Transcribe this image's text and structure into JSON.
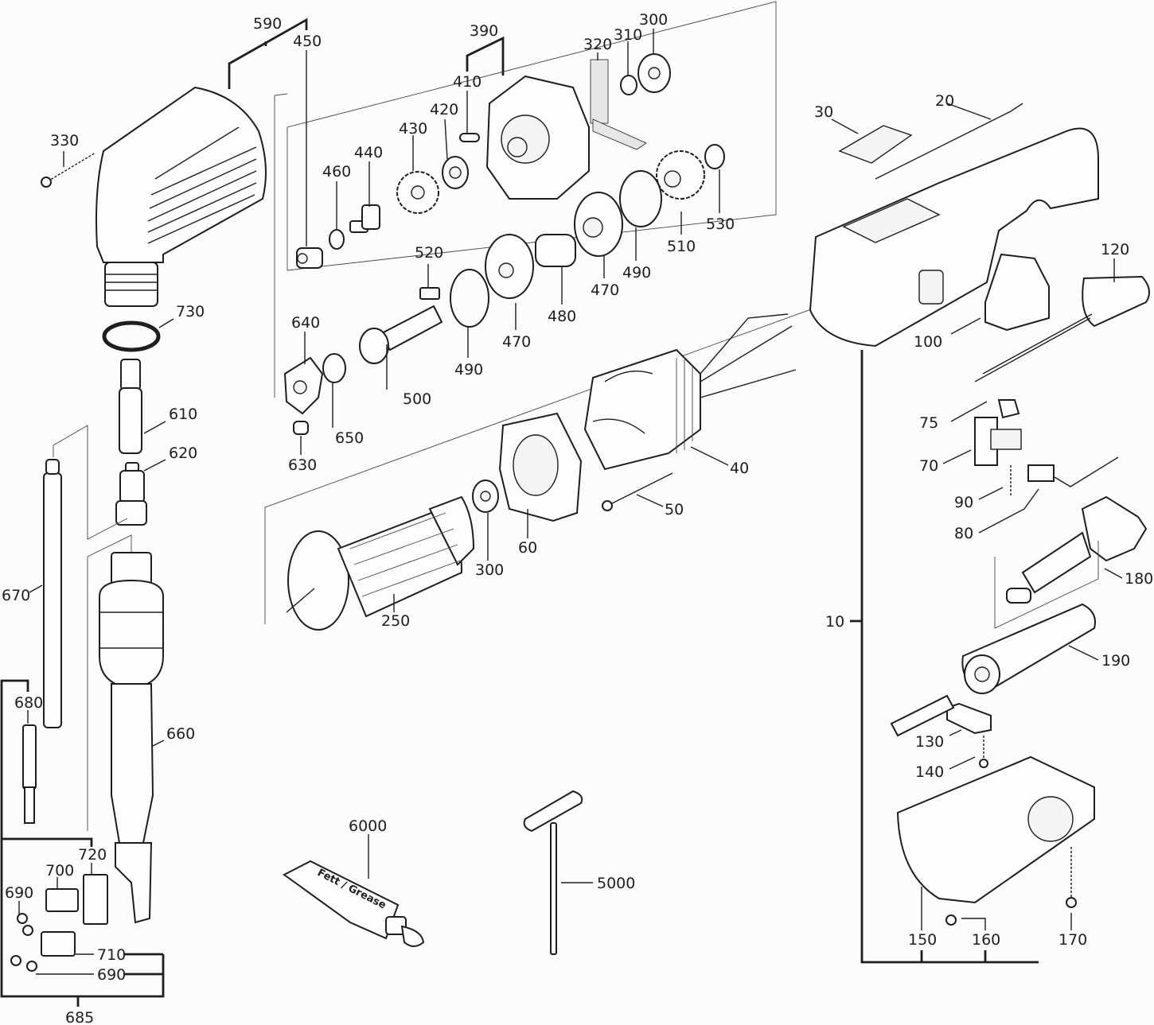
{
  "diagram": {
    "type": "exploded-parts-view",
    "subject": "angle nibbler power tool",
    "tube_text": "Fett / Grease",
    "labels": {
      "p590": "590",
      "p450": "450",
      "p390": "390",
      "p320": "320",
      "p310": "310",
      "p300a": "300",
      "p330": "330",
      "p410": "410",
      "p420": "420",
      "p430": "430",
      "p440": "440",
      "p460": "460",
      "p20": "20",
      "p30": "30",
      "p120": "120",
      "p100": "100",
      "p10": "10",
      "p530": "530",
      "p510": "510",
      "p490a": "490",
      "p470a": "470",
      "p480": "480",
      "p520": "520",
      "p470b": "470",
      "p490b": "490",
      "p500": "500",
      "p640": "640",
      "p650": "650",
      "p630": "630",
      "p730": "730",
      "p610": "610",
      "p620": "620",
      "p670": "670",
      "p680": "680",
      "p660": "660",
      "p720": "720",
      "p700": "700",
      "p690a": "690",
      "p710": "710",
      "p690b": "690",
      "p685": "685",
      "p40": "40",
      "p50": "50",
      "p60": "60",
      "p300b": "300",
      "p250": "250",
      "p75": "75",
      "p70": "70",
      "p90": "90",
      "p80": "80",
      "p180": "180",
      "p190": "190",
      "p130": "130",
      "p140": "140",
      "p150": "150",
      "p160": "160",
      "p170": "170",
      "p6000": "6000",
      "p5000": "5000"
    }
  }
}
